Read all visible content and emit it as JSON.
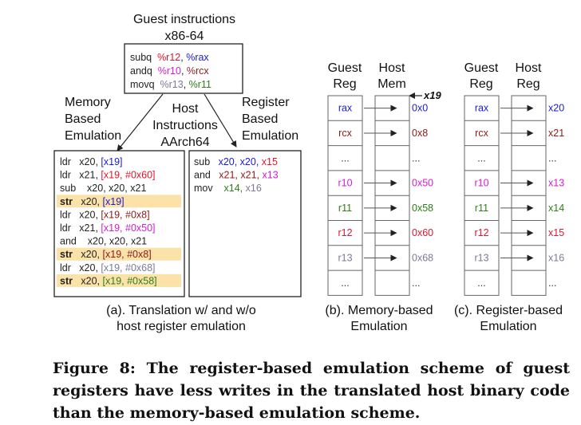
{
  "guest": {
    "title": "Guest instructions",
    "arch": "x86-64",
    "lines": [
      [
        {
          "t": "subq",
          "c": "#222222"
        },
        {
          "t": "  "
        },
        {
          "t": "%r12",
          "c": "#e5132b"
        },
        {
          "t": ", "
        },
        {
          "t": "%rax",
          "c": "#1a1ad6"
        }
      ],
      [
        {
          "t": "andq",
          "c": "#222222"
        },
        {
          "t": "  "
        },
        {
          "t": "%r10",
          "c": "#d61ad6"
        },
        {
          "t": ", "
        },
        {
          "t": "%rcx",
          "c": "#8b1a1a"
        }
      ],
      [
        {
          "t": "movq",
          "c": "#222222"
        },
        {
          "t": "  "
        },
        {
          "t": "%r13",
          "c": "#7a7a9a"
        },
        {
          "t": ", "
        },
        {
          "t": "%r11",
          "c": "#2e7d1a"
        }
      ]
    ]
  },
  "labels": {
    "memory": [
      "Memory",
      "Based",
      "Emulation"
    ],
    "host": [
      "Host",
      "Instructions",
      "AArch64"
    ],
    "register": [
      "Register",
      "Based",
      "Emulation"
    ]
  },
  "mem_code": [
    {
      "hl": false,
      "parts": [
        {
          "t": "ldr   x20, "
        },
        {
          "t": "[x19]",
          "c": "#1a1ad6"
        }
      ]
    },
    {
      "hl": false,
      "parts": [
        {
          "t": "ldr   x21, "
        },
        {
          "t": "[x19, #0x60]",
          "c": "#e5132b"
        }
      ]
    },
    {
      "hl": false,
      "parts": [
        {
          "t": "sub    x20, x20, x21"
        }
      ]
    },
    {
      "hl": true,
      "parts": [
        {
          "t": "str",
          "b": true
        },
        {
          "t": "   x20, "
        },
        {
          "t": "[x19]",
          "c": "#1a1ad6"
        }
      ]
    },
    {
      "hl": false,
      "parts": [
        {
          "t": "ldr   x20, "
        },
        {
          "t": "[x19, #0x8]",
          "c": "#8b1a1a"
        }
      ]
    },
    {
      "hl": false,
      "parts": [
        {
          "t": "ldr   x21, "
        },
        {
          "t": "[x19, #0x50]",
          "c": "#d61ad6"
        }
      ]
    },
    {
      "hl": false,
      "parts": [
        {
          "t": "and    x20, x20, x21"
        }
      ]
    },
    {
      "hl": true,
      "parts": [
        {
          "t": "str",
          "b": true
        },
        {
          "t": "   x20, "
        },
        {
          "t": "[x19, #0x8]",
          "c": "#8b1a1a"
        }
      ]
    },
    {
      "hl": false,
      "parts": [
        {
          "t": "ldr   x20, "
        },
        {
          "t": "[x19, #0x68]",
          "c": "#7a7a9a"
        }
      ]
    },
    {
      "hl": true,
      "parts": [
        {
          "t": "str",
          "b": true
        },
        {
          "t": "   x20, "
        },
        {
          "t": "[x19, #0x58]",
          "c": "#2e7d1a"
        }
      ]
    }
  ],
  "reg_code": [
    [
      {
        "t": "sub   "
      },
      {
        "t": "x20, x20,",
        "c": "#1a1ad6"
      },
      {
        "t": " "
      },
      {
        "t": "x15",
        "c": "#e5132b"
      }
    ],
    [
      {
        "t": "and   "
      },
      {
        "t": "x21, x21,",
        "c": "#8b1a1a"
      },
      {
        "t": " "
      },
      {
        "t": "x13",
        "c": "#d61ad6"
      }
    ],
    [
      {
        "t": "mov    "
      },
      {
        "t": "x14,",
        "c": "#2e7d1a"
      },
      {
        "t": " "
      },
      {
        "t": "x16",
        "c": "#7a7a9a"
      }
    ]
  ],
  "caption_a": [
    "(a). Translation w/ and w/o",
    "host register emulation"
  ],
  "panel_b": {
    "col1": [
      "Guest",
      "Reg"
    ],
    "col2": [
      "Host",
      "Mem"
    ],
    "base": "x19",
    "regs": [
      "rax",
      "rcx",
      "...",
      "r10",
      "r11",
      "r12",
      "r13",
      "..."
    ],
    "mems": [
      "0x0",
      "0x8",
      "...",
      "0x50",
      "0x58",
      "0x60",
      "0x68",
      "..."
    ],
    "caption": [
      "(b). Memory-based",
      "Emulation"
    ]
  },
  "panel_c": {
    "col1": [
      "Guest",
      "Reg"
    ],
    "col2": [
      "Host",
      "Reg"
    ],
    "regs": [
      "rax",
      "rcx",
      "...",
      "r10",
      "r11",
      "r12",
      "r13",
      "..."
    ],
    "hregs": [
      "x20",
      "x21",
      "...",
      "x13",
      "x14",
      "x15",
      "x16",
      "..."
    ],
    "caption": [
      "(c). Register-based",
      "Emulation"
    ]
  },
  "row_colors": [
    "#1a1ad6",
    "#8b1a1a",
    "#333333",
    "#d61ad6",
    "#2e7d1a",
    "#e5132b",
    "#7a7a9a",
    "#333333"
  ],
  "highlight_color": "#fbe2a9",
  "figure_caption": "Figure 8: The register-based emulation scheme of guest registers have less writes in the translated host binary code than the memory-based emulation scheme."
}
